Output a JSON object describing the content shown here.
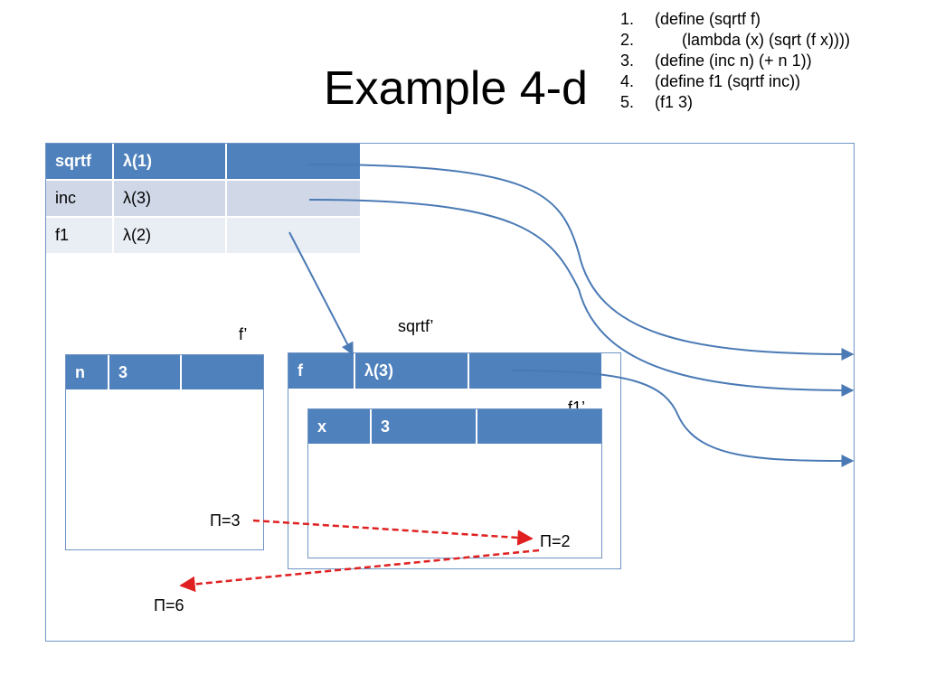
{
  "title": "Example 4-d",
  "code_lines": [
    {
      "num": "1.",
      "text": "(define (sqrtf f)"
    },
    {
      "num": "2.",
      "text": "(lambda (x) (sqrt (f x))))"
    },
    {
      "num": "3.",
      "text": "(define (inc n) (+ n 1))"
    },
    {
      "num": "4.",
      "text": "(define f1 (sqrtf inc))"
    },
    {
      "num": "5.",
      "text": "(f1 3)"
    }
  ],
  "global_env": {
    "rows": [
      {
        "name": "sqrtf",
        "value": "λ(1)"
      },
      {
        "name": "inc",
        "value": "λ(3)"
      },
      {
        "name": "f1",
        "value": "λ(2)"
      }
    ]
  },
  "frames": {
    "f_prime": {
      "label": "f’",
      "name": "n",
      "value": "3"
    },
    "sqrtf_prime": {
      "label": "sqrtf’",
      "name": "f",
      "value": "λ(3)"
    },
    "f1_prime": {
      "label": "f1’",
      "name": "x",
      "value": "3"
    }
  },
  "pi_labels": {
    "pi3": "Π=3",
    "pi2": "Π=2",
    "pi6": "Π=6"
  },
  "colors": {
    "table_header": "#4f81bd",
    "row_dark": "#d0d8e8",
    "row_light": "#e9edf4",
    "frame_border": "#6f95c4",
    "pointer_arrow": "#4a7ab5",
    "return_arrow": "#e02020"
  }
}
